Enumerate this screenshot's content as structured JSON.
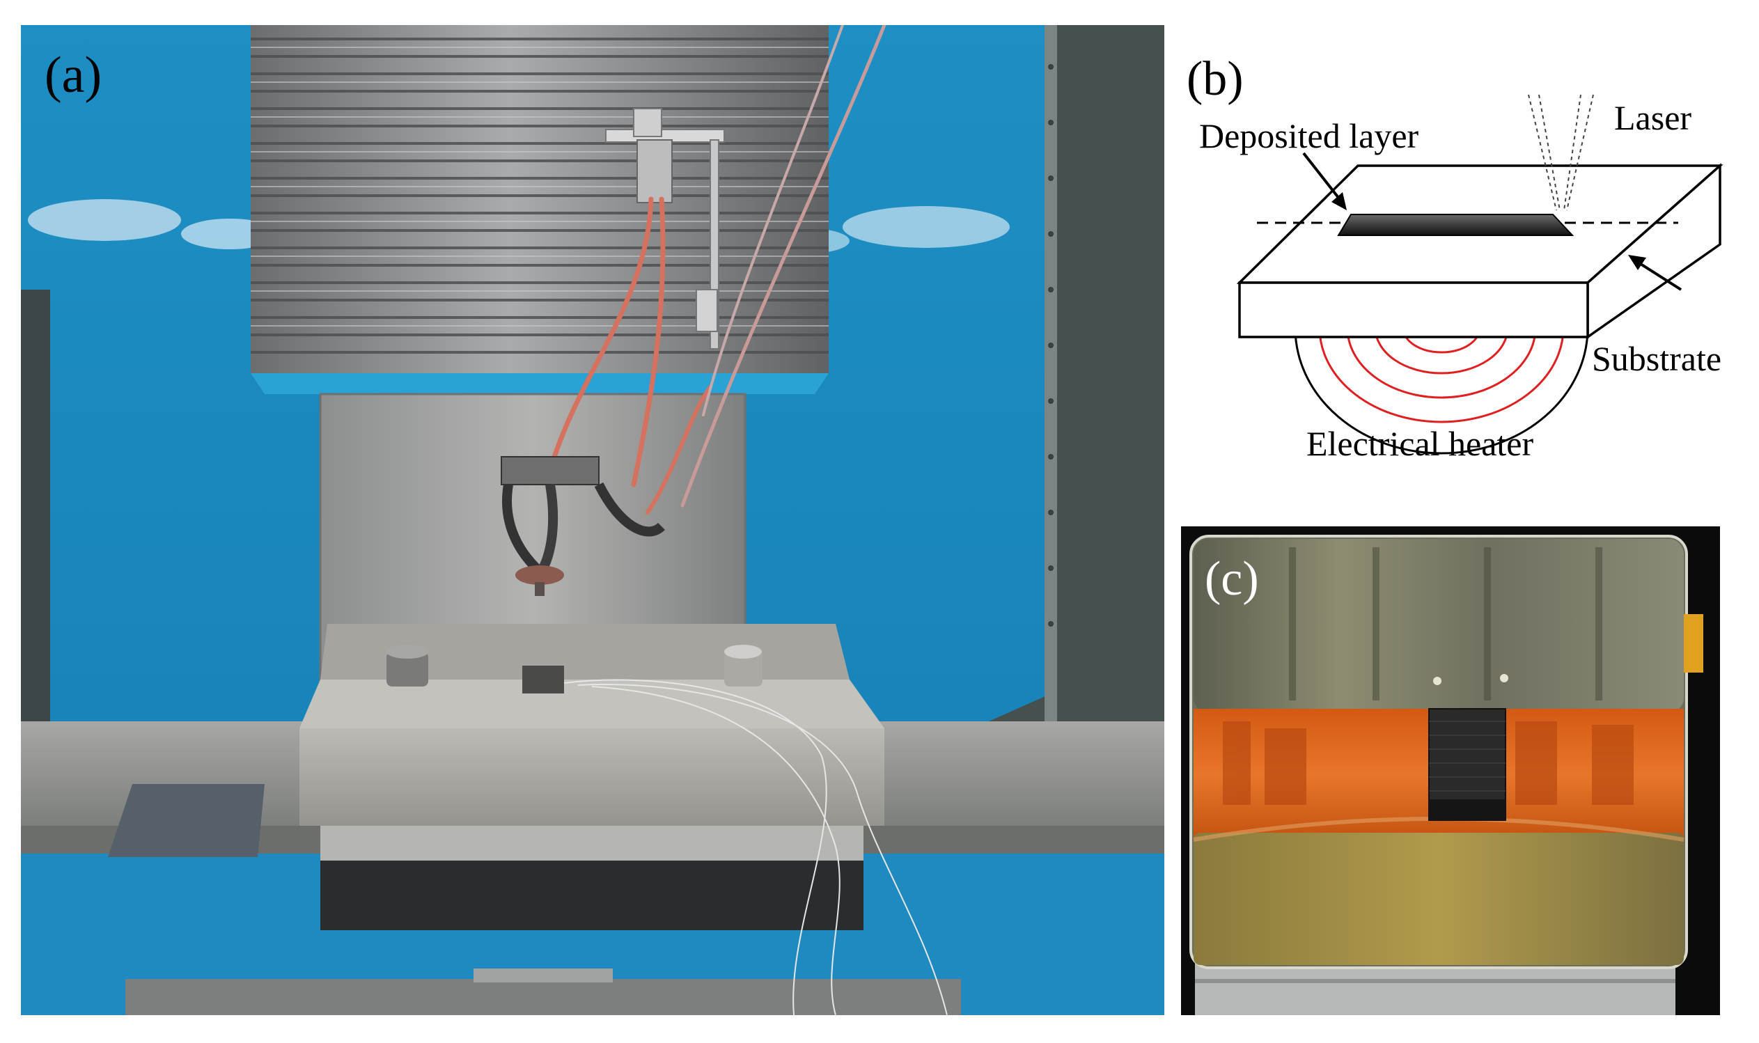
{
  "panels": {
    "a": {
      "label": "(a)"
    },
    "b": {
      "label": "(b)",
      "labels": {
        "deposited_layer": "Deposited layer",
        "laser": "Laser",
        "substrate": "Substrate",
        "electrical_heater": "Electrical heater"
      }
    },
    "c": {
      "label": "(c)"
    }
  },
  "colors": {
    "machine_blue": "#1c93c9",
    "heater_red": "#e02020",
    "substrate_orange": "#e0661a"
  }
}
